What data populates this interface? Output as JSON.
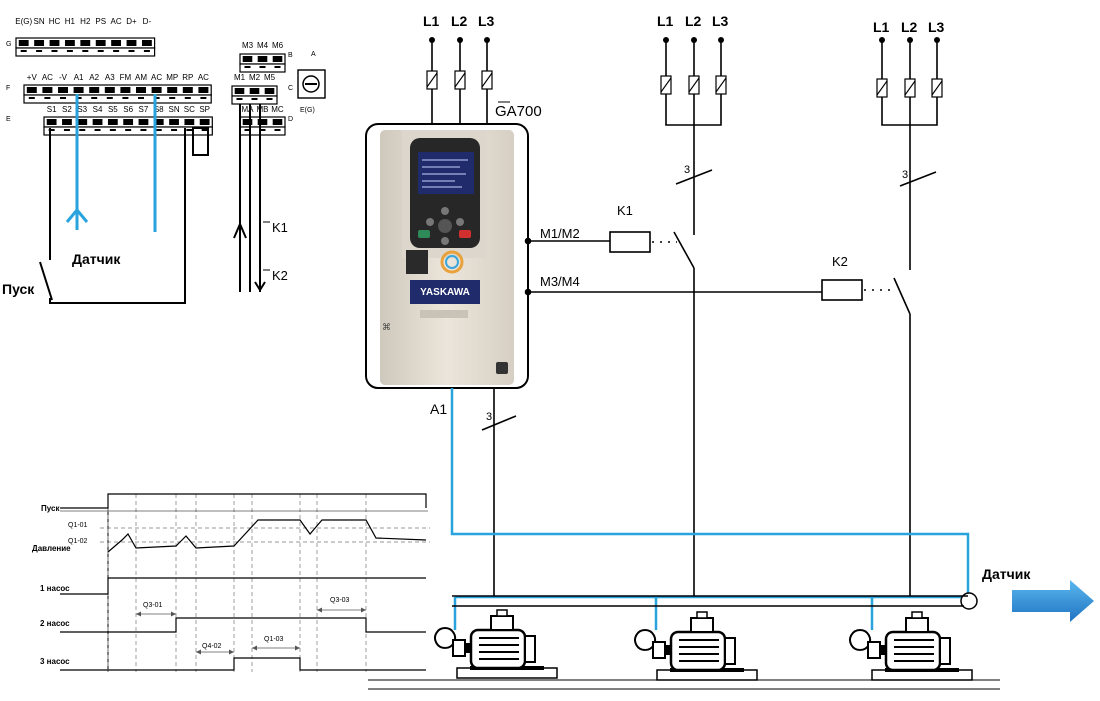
{
  "phases": [
    "L1",
    "L2",
    "L3"
  ],
  "drive": {
    "model": "GA700",
    "brand": "YASKAWA",
    "output_terminals": [
      "M1/M2",
      "M3/M4"
    ],
    "analog_input": "A1"
  },
  "contactors": [
    "K1",
    "K2"
  ],
  "wire_count": "3",
  "sensor_label": "Датчик",
  "start_label": "Пуск",
  "terminals": {
    "row_g_label": "G",
    "row_g": [
      "E(G)",
      "SN",
      "HC",
      "H1",
      "H2",
      "PS",
      "AC",
      "D+",
      "D-"
    ],
    "row_f_label": "F",
    "row_f": [
      "+V",
      "AC",
      "-V",
      "A1",
      "A2",
      "A3",
      "FM",
      "AM",
      "AC",
      "MP",
      "RP",
      "AC"
    ],
    "row_e_label": "E",
    "row_e": [
      "S1",
      "S2",
      "S3",
      "S4",
      "S5",
      "S6",
      "S7",
      "S8",
      "SN",
      "SC",
      "SP"
    ],
    "relay_top": [
      "M3",
      "M4",
      "M6"
    ],
    "relay_mid": [
      "M1",
      "M2",
      "M5"
    ],
    "relay_bot": [
      "MA",
      "MB",
      "MC"
    ],
    "relay_side_labels": [
      "B",
      "C",
      "D"
    ],
    "ground_block": [
      "A",
      "E(G)"
    ]
  },
  "timing": {
    "rows": [
      "Пуск",
      "Давление",
      "1 насос",
      "2 насос",
      "3 насос"
    ],
    "pressure_levels": [
      "Q1-01",
      "Q1-02"
    ],
    "intervals": [
      "Q3-01",
      "Q4-02",
      "Q1-03",
      "Q3-03"
    ]
  },
  "colors": {
    "sensor_wire": "#29a3dd",
    "arrow": "#2b8fd6",
    "drive_body": "#e4ddd2",
    "display": "#1f2b6b"
  }
}
